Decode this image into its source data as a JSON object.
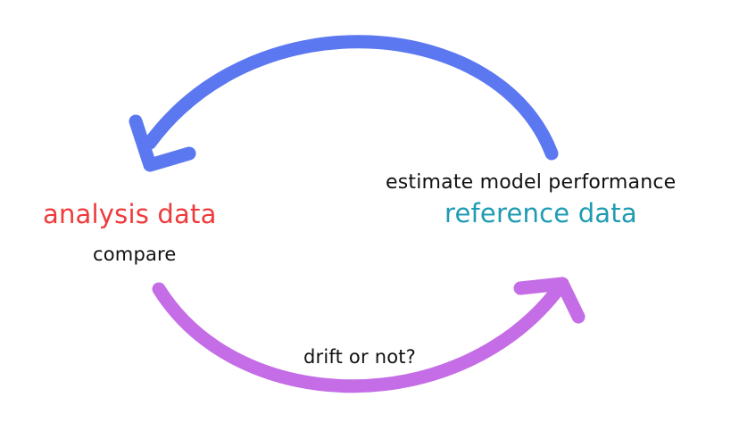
{
  "diagram": {
    "nodes": {
      "analysis": {
        "label": "analysis data",
        "sublabel": "compare",
        "color": "#ee3b3b"
      },
      "reference": {
        "label": "reference data",
        "sublabel": "estimate model performance",
        "color": "#1f9bb4"
      }
    },
    "edges": [
      {
        "from": "reference",
        "to": "analysis",
        "color": "#5b78f0"
      },
      {
        "from": "analysis",
        "to": "reference",
        "label": "drift or not?",
        "color": "#c46de6"
      }
    ]
  }
}
